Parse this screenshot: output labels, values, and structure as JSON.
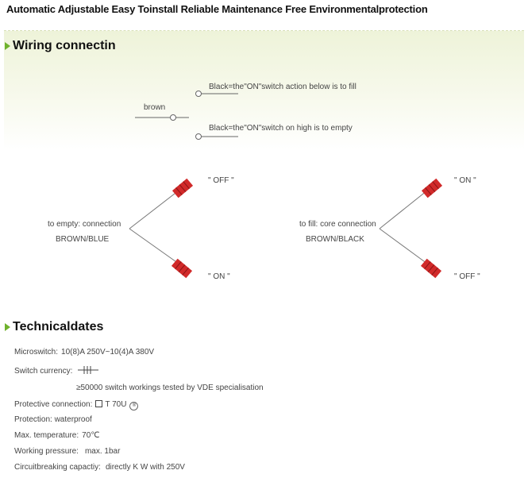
{
  "header": {
    "title": "Automatic Adjustable Easy Toinstall Reliable Maintenance Free Environmentalprotection"
  },
  "wiring": {
    "heading": "Wiring connectin",
    "brown_label": "brown",
    "black_fill_label": "Black=the\"ON\"switch action below is to fill",
    "black_empty_label": "Black=the\"ON\"switch on high is to empty",
    "left_switch": {
      "connection_label": "to empty: connection",
      "wires_label": "BROWN/BLUE",
      "top_state": "\" OFF \"",
      "bottom_state": "\" ON \""
    },
    "right_switch": {
      "connection_label": "to fill: core connection",
      "wires_label": "BROWN/BLACK",
      "top_state": "\" ON \"",
      "bottom_state": "\" OFF \""
    }
  },
  "technical": {
    "heading": "Technicaldates",
    "microswitch_label": "Microswitch:",
    "microswitch_value": "10(8)A 250V~10(4)A 380V",
    "switch_currency_label": "Switch currency:",
    "vde_note": "≥50000 switch workings tested by VDE specialisation",
    "protective_label": "Protective connection:",
    "protective_value": "T 70U",
    "protection_label": "Protection: waterproof",
    "max_temp_label": "Max. temperature:",
    "max_temp_value": "70℃",
    "pressure_label": "Working pressure:",
    "pressure_value": "max. 1bar",
    "circuit_label": "Circuitbreaking capactiy:",
    "circuit_value": "directly K W with 250V"
  },
  "colors": {
    "accent_green": "#6fb22c",
    "switch_red": "#d12a2a"
  }
}
